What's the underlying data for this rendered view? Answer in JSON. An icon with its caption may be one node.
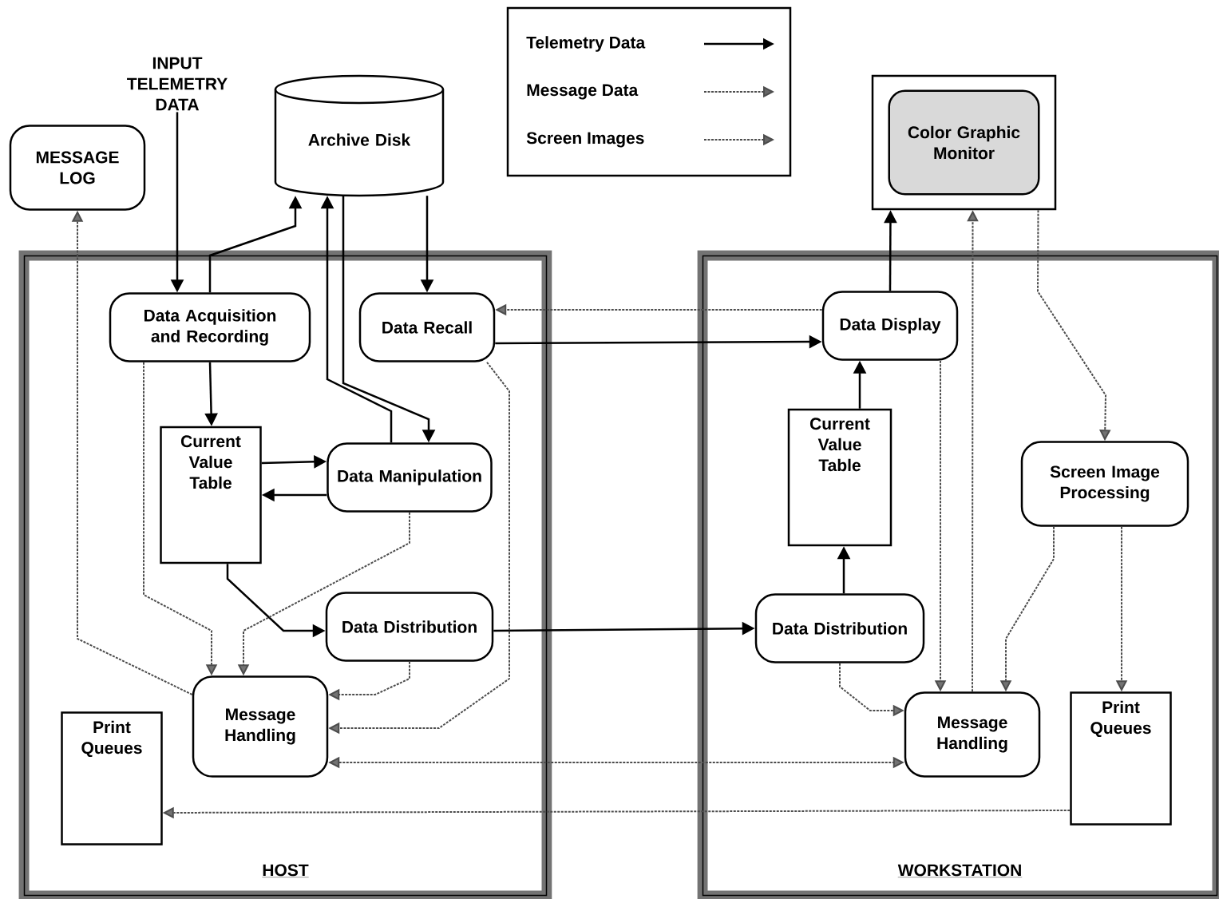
{
  "diagram": {
    "nodes": [
      {
        "text": [
          "HOST"
        ]
      },
      {
        "text": [
          "WORKSTATION"
        ]
      },
      {
        "text": [
          "MESSAGE LOG"
        ]
      },
      {
        "text": [
          "INPUT TELEMETRY DATA"
        ]
      },
      {
        "text": [
          "Archive Disk"
        ]
      },
      {
        "text": [
          "Color Graphic Monitor"
        ]
      },
      {
        "text": [
          "Data Acquisition and Recording"
        ],
        "in": 0
      },
      {
        "text": [
          "Data Recall"
        ],
        "in": 0
      },
      {
        "text": [
          "Current Value Table"
        ],
        "in": 0
      },
      {
        "text": [
          "Data Manipulation"
        ],
        "in": 0
      },
      {
        "text": [
          "Data Distribution"
        ],
        "in": 0
      },
      {
        "text": [
          "Message Handling"
        ],
        "in": 0
      },
      {
        "text": [
          "Print Queues"
        ],
        "in": 0
      },
      {
        "text": [
          "Data Display"
        ],
        "in": 1
      },
      {
        "text": [
          "Current Value Table"
        ],
        "in": 1
      },
      {
        "text": [
          "Screen Image Processing"
        ],
        "in": 1
      },
      {
        "text": [
          "Data Distribution"
        ],
        "in": 1
      },
      {
        "text": [
          "Message Handling"
        ],
        "in": 1
      },
      {
        "text": [
          "Print Queues"
        ],
        "in": 1
      }
    ],
    "edges": [
      {
        "from": 3,
        "to": 6,
        "arrow": "to"
      },
      {
        "from": 6,
        "to": 4,
        "arrow": "to"
      },
      {
        "from": 9,
        "to": 4,
        "arrow": "to"
      },
      {
        "from": 4,
        "to": 9,
        "arrow": "to"
      },
      {
        "from": 4,
        "to": 7,
        "arrow": "to"
      },
      {
        "from": 6,
        "to": 8,
        "arrow": "to"
      },
      {
        "from": 8,
        "to": 9,
        "arrow": "to"
      },
      {
        "from": 9,
        "to": 8,
        "arrow": "to"
      },
      {
        "from": 8,
        "to": 10,
        "arrow": "to"
      },
      {
        "from": 7,
        "to": 13,
        "arrow": "to"
      },
      {
        "from": 10,
        "to": 16,
        "arrow": "to"
      },
      {
        "from": 16,
        "to": 14,
        "arrow": "to"
      },
      {
        "from": 14,
        "to": 13,
        "arrow": "to"
      },
      {
        "from": 13,
        "to": 5,
        "arrow": "to"
      },
      {
        "from": 13,
        "to": 7,
        "arrow": "to",
        "style": "dashed"
      },
      {
        "from": 6,
        "to": 11,
        "arrow": "to",
        "style": "dashed"
      },
      {
        "from": 11,
        "to": 2,
        "arrow": "to",
        "style": "dashed"
      },
      {
        "from": 9,
        "to": 11,
        "arrow": "to",
        "style": "dashed"
      },
      {
        "from": 10,
        "to": 11,
        "arrow": "to",
        "style": "dashed"
      },
      {
        "from": 7,
        "to": 11,
        "arrow": "to",
        "style": "dashed"
      },
      {
        "from": 11,
        "to": 17,
        "arrow": "both",
        "style": "dashed"
      },
      {
        "from": 13,
        "to": 17,
        "arrow": "to",
        "style": "dashed"
      },
      {
        "from": 16,
        "to": 17,
        "arrow": "to",
        "style": "dashed"
      },
      {
        "from": 17,
        "to": 5,
        "arrow": "to",
        "style": "dashed"
      },
      {
        "from": 5,
        "to": 15,
        "arrow": "to",
        "style": "dashed"
      },
      {
        "from": 15,
        "to": 17,
        "arrow": "to",
        "style": "dashed"
      },
      {
        "from": 15,
        "to": 18,
        "arrow": "to",
        "style": "dashed"
      },
      {
        "from": 18,
        "to": 12,
        "arrow": "to",
        "style": "dashed"
      }
    ],
    "legend": [
      {
        "text": "Telemetry Data"
      },
      {
        "text": "Message Data"
      },
      {
        "text": "Screen Images"
      }
    ]
  }
}
